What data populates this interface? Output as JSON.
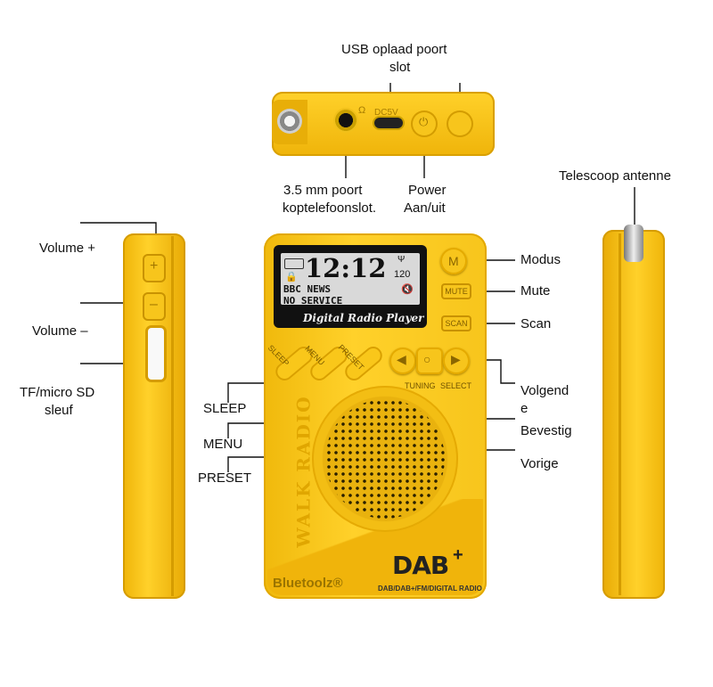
{
  "labels": {
    "usb": "USB oplaad poort",
    "usb_line2": "slot",
    "headphone": "3.5 mm poort",
    "headphone_line2": "koptelefoonslot.",
    "power": "Power",
    "power_line2": "Aan/uit",
    "antenna": "Telescoop antenne",
    "volume_up": "Volume +",
    "volume_down": "Volume –",
    "tf": "TF/micro SD",
    "tf_line2": "sleuf",
    "modus": "Modus",
    "mute": "Mute",
    "scan": "Scan",
    "next": "Volgend",
    "next_line2": "e",
    "confirm": "Bevestig",
    "prev": "Vorige",
    "sleep": "SLEEP",
    "menu": "MENU",
    "preset": "PRESET"
  },
  "device": {
    "time": "12:12",
    "signal": "120",
    "line1": "BBC NEWS",
    "line2": "NO SERVICE",
    "subtitle": "Digital Radio Player",
    "brand": "Bluetoolz®",
    "logo": "DAB",
    "logo_plus": "+",
    "bands": "DAB/DAB+/FM/DIGITAL RADIO",
    "side_text": "WALK RADIO",
    "btn_modus": "M",
    "btn_mute": "MUTE",
    "btn_scan": "SCAN",
    "btn_sleep": "SLEEP",
    "btn_menu": "MENU",
    "btn_preset": "PRESET",
    "tuning": "TUNING",
    "select": "SELECT",
    "dc": "DC5V",
    "vol_plus": "+",
    "vol_minus": "–"
  },
  "colors": {
    "body": "#f5c518",
    "shadow": "#c89200",
    "screen": "#111111",
    "lcd": "#d9d9d9"
  }
}
